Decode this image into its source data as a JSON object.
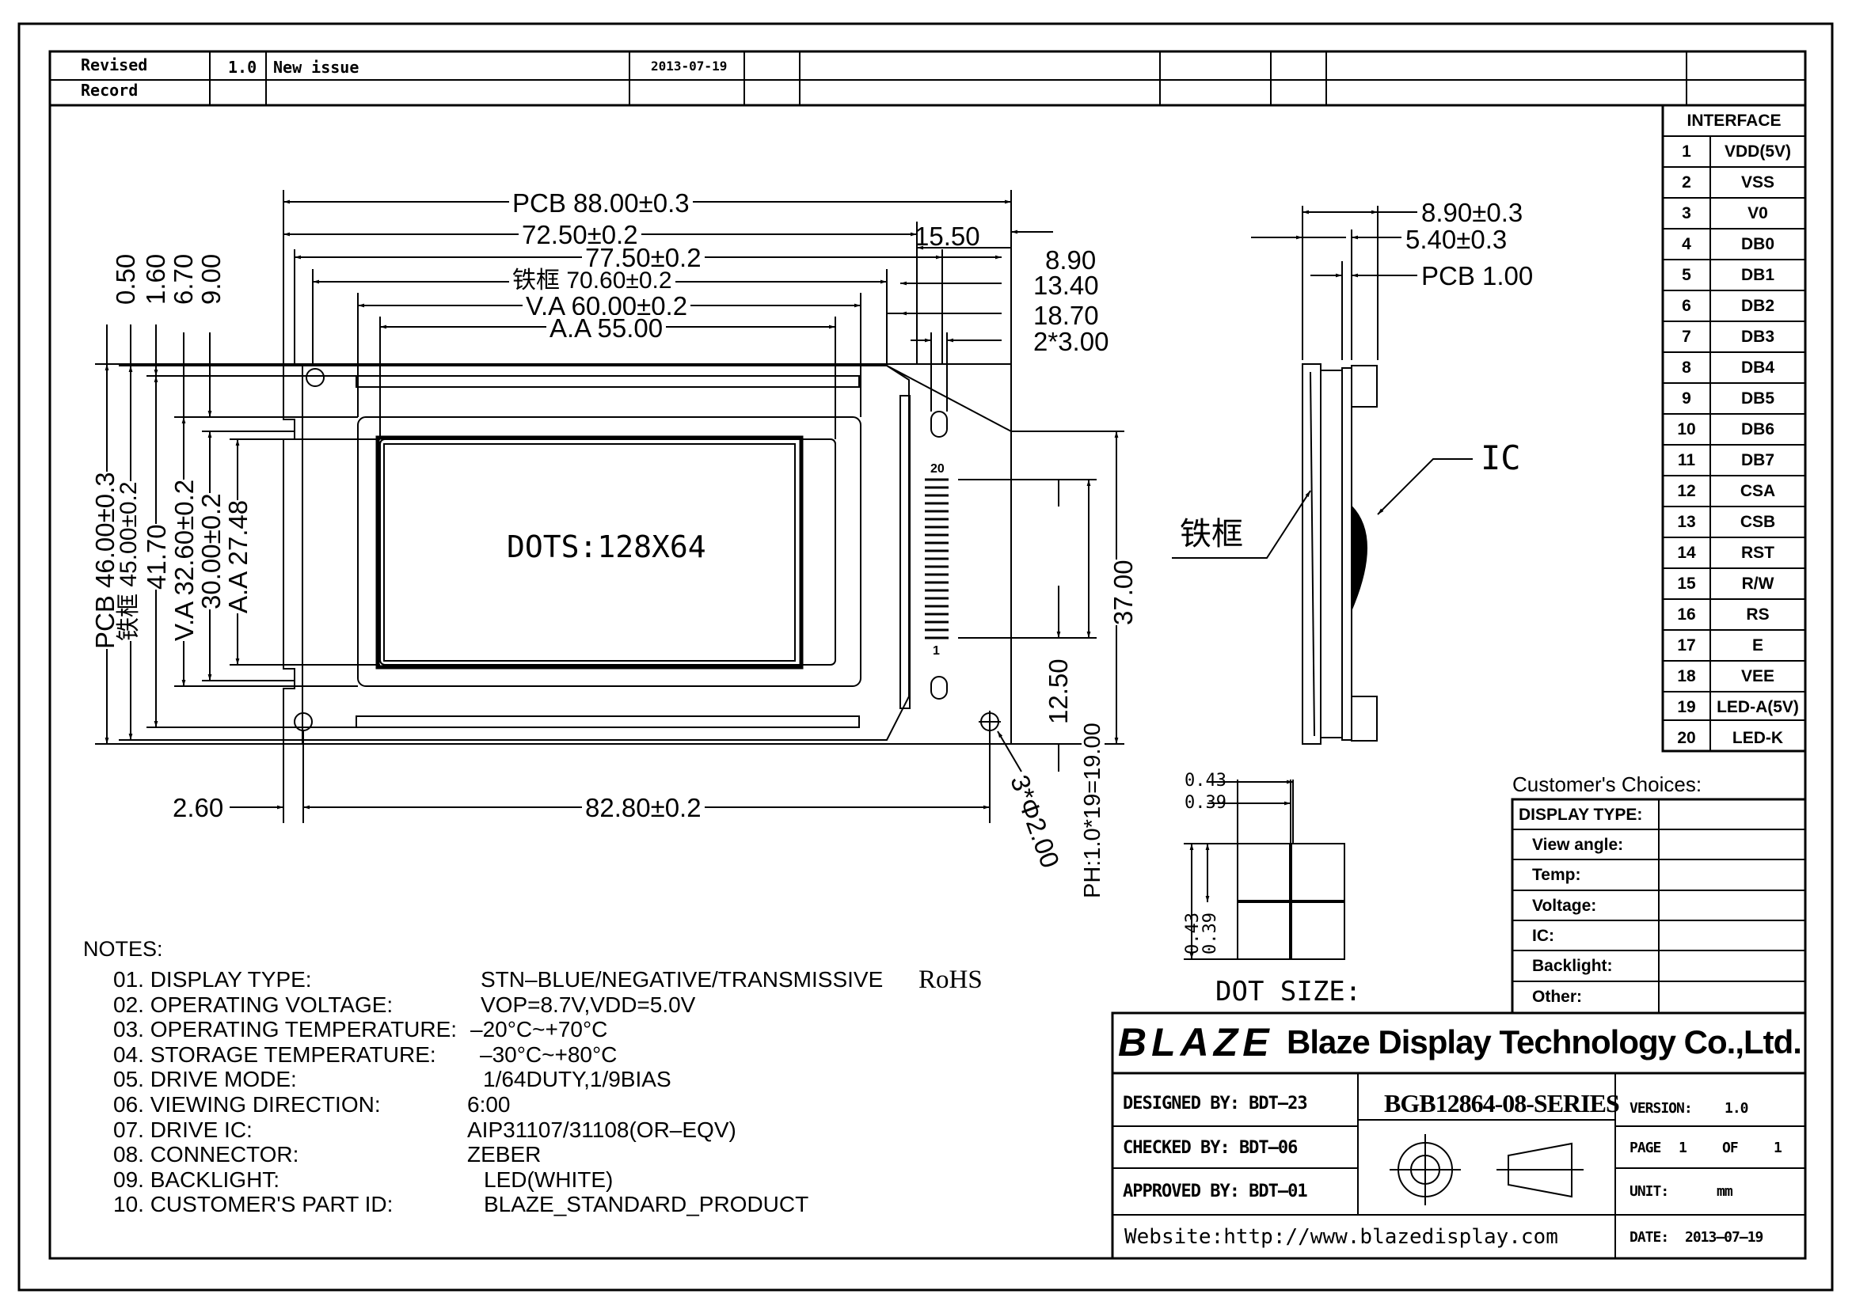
{
  "revision": {
    "label_1": "Revised",
    "label_2": "Record",
    "version": "1.0",
    "description": "New issue",
    "date": "2013-07-19"
  },
  "interface": {
    "title": "INTERFACE",
    "pins": [
      {
        "no": "1",
        "name": "VDD(5V)"
      },
      {
        "no": "2",
        "name": "VSS"
      },
      {
        "no": "3",
        "name": "V0"
      },
      {
        "no": "4",
        "name": "DB0"
      },
      {
        "no": "5",
        "name": "DB1"
      },
      {
        "no": "6",
        "name": "DB2"
      },
      {
        "no": "7",
        "name": "DB3"
      },
      {
        "no": "8",
        "name": "DB4"
      },
      {
        "no": "9",
        "name": "DB5"
      },
      {
        "no": "10",
        "name": "DB6"
      },
      {
        "no": "11",
        "name": "DB7"
      },
      {
        "no": "12",
        "name": "CSA"
      },
      {
        "no": "13",
        "name": "CSB"
      },
      {
        "no": "14",
        "name": "RST"
      },
      {
        "no": "15",
        "name": "R/W"
      },
      {
        "no": "16",
        "name": "RS"
      },
      {
        "no": "17",
        "name": "E"
      },
      {
        "no": "18",
        "name": "VEE"
      },
      {
        "no": "19",
        "name": "LED-A(5V)"
      },
      {
        "no": "20",
        "name": "LED-K"
      }
    ]
  },
  "customer": {
    "title": "Customer's  Choices:",
    "rows": [
      "DISPLAY TYPE:",
      "View angle:",
      "Temp:",
      "Voltage:",
      "IC:",
      "Backlight:",
      "Other:"
    ]
  },
  "front_view": {
    "dims_top": [
      "PCB  88.00±0.3",
      "72.50±0.2",
      "77.50±0.2",
      "铁框 70.60±0.2",
      "V.A  60.00±0.2",
      "A.A  55.00"
    ],
    "dims_right_top": [
      "15.50",
      "8.90",
      "13.40",
      "18.70",
      "2*3.00"
    ],
    "dims_left_top": [
      "0.50",
      "1.60",
      "6.70",
      "9.00"
    ],
    "dims_left_vert": [
      "PCB  46.00±0.3",
      "铁框  45.00±0.2",
      "41.70",
      "V.A  32.60±0.2",
      "30.00±0.2",
      "A.A  27.48"
    ],
    "dims_bottom": [
      "2.60",
      "82.80±0.2"
    ],
    "hole": "3*Φ2.00",
    "dims_right_vert": [
      "37.00",
      "12.50",
      "PH:1.0*19=19.00"
    ],
    "screen_label": "DOTS:128X64",
    "pin_first": "20",
    "pin_last": "1"
  },
  "side_view": {
    "dims": [
      "8.90±0.3",
      "5.40±0.3",
      "PCB  1.00"
    ],
    "label_ic": "IC",
    "label_frame": "铁框"
  },
  "dot_size": {
    "dims_top": [
      "0.43",
      "0.39"
    ],
    "dims_left": [
      "0.43",
      "0.39"
    ],
    "label": "DOT  SIZE:"
  },
  "notes": {
    "title": "NOTES:",
    "items": [
      {
        "label": "01.  DISPLAY  TYPE:",
        "value": "STN–BLUE/NEGATIVE/TRANSMISSIVE"
      },
      {
        "label": "02.  OPERATING  VOLTAGE:",
        "value": "VOP=8.7V,VDD=5.0V"
      },
      {
        "label": "03.  OPERATING  TEMPERATURE:",
        "value": "–20°C~+70°C"
      },
      {
        "label": "04.  STORAGE  TEMPERATURE:",
        "value": "–30°C~+80°C"
      },
      {
        "label": "05.  DRIVE  MODE:",
        "value": "1/64DUTY,1/9BIAS"
      },
      {
        "label": "06.  VIEWING  DIRECTION:",
        "value": "6:00"
      },
      {
        "label": "07.  DRIVE  IC:",
        "value": "AIP31107/31108(OR–EQV)"
      },
      {
        "label": "08.  CONNECTOR:",
        "value": "ZEBER"
      },
      {
        "label": "09.  BACKLIGHT:",
        "value": "LED(WHITE)"
      },
      {
        "label": "10.  CUSTOMER'S  PART  ID:",
        "value": "BLAZE_STANDARD_PRODUCT"
      }
    ],
    "rohs": "RoHS"
  },
  "title_block": {
    "logo": "BLAZE",
    "company": "Blaze Display Technology Co.,Ltd.",
    "designed": "DESIGNED  BY:  BDT–23",
    "checked": "CHECKED  BY:  BDT–06",
    "approved": "APPROVED  BY: BDT–01",
    "part_no": "BGB12864-08-SERIES",
    "version_label": "VERSION:",
    "version": "1.0",
    "page_label": "PAGE",
    "page": "1",
    "of_label": "OF",
    "of": "1",
    "unit_label": "UNIT:",
    "unit": "mm",
    "website": "Website:http://www.blazedisplay.com",
    "date_label": "DATE:",
    "date": "2013–07–19"
  }
}
